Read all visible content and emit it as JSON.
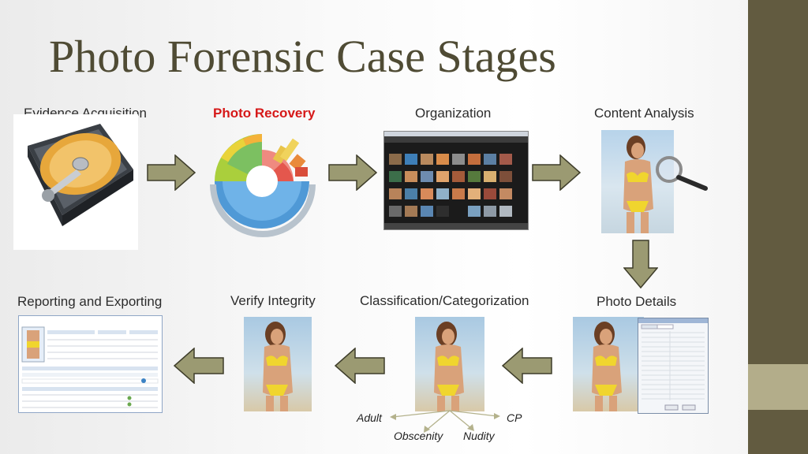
{
  "title": "Photo Forensic Case Stages",
  "stages": [
    {
      "label": "Evidence Acquisition",
      "icon": "hard-drive-icon"
    },
    {
      "label": "Photo Recovery",
      "icon": "sunburst-chart-icon",
      "color": "#d61818"
    },
    {
      "label": "Organization",
      "icon": "photo-browser-icon"
    },
    {
      "label": "Content Analysis",
      "icon": "magnifier-icon"
    },
    {
      "label": "Photo Details",
      "icon": "properties-window-icon"
    },
    {
      "label": "Classification/Categorization",
      "icon": "photo-icon"
    },
    {
      "label": "Verify Integrity",
      "icon": "photo-icon"
    },
    {
      "label": "Reporting and Exporting",
      "icon": "report-window-icon"
    }
  ],
  "categories": [
    "Adult",
    "CP",
    "Obscenity",
    "Nudity"
  ],
  "colors": {
    "title": "#4f4b34",
    "arrow_fill": "#9b9a72",
    "arrow_stroke": "#3e3d2a",
    "sidebar": "#625b40",
    "sidebar_accent": "#b3ad8a"
  }
}
